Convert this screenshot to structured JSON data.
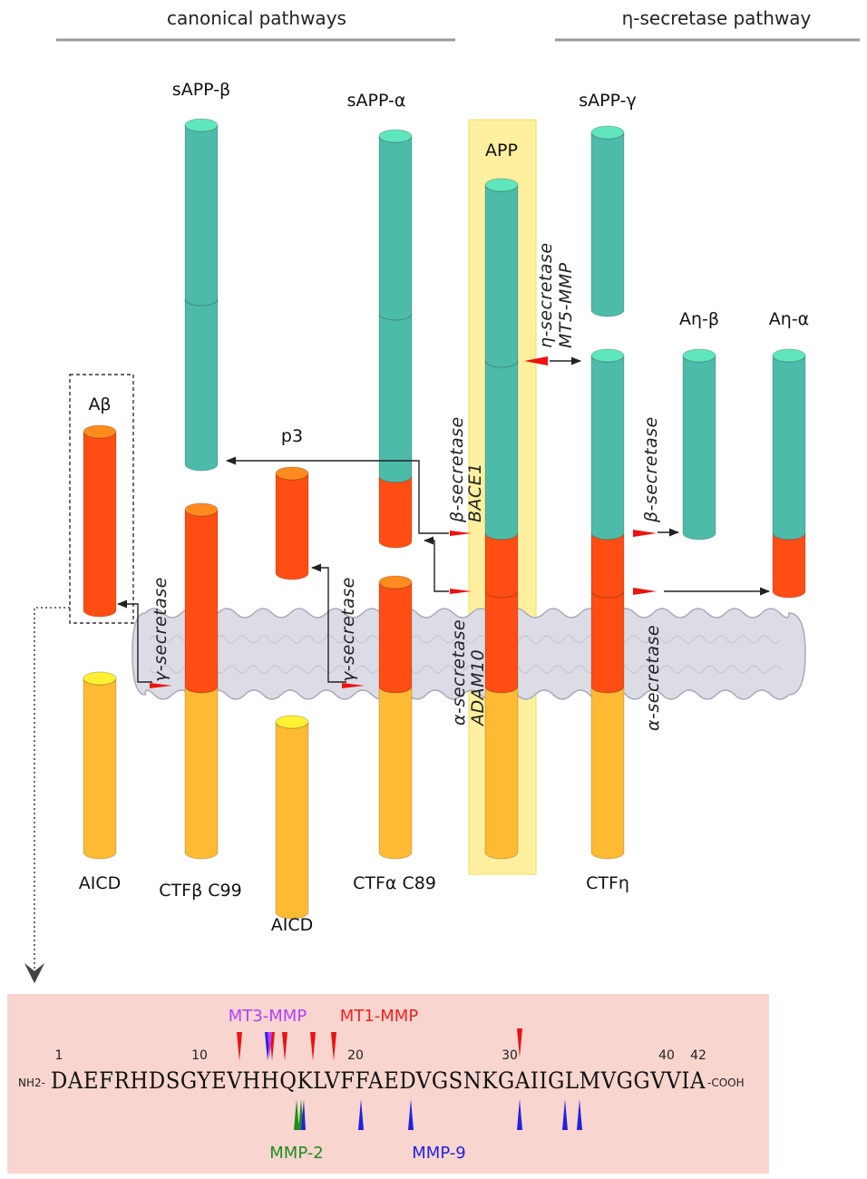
{
  "headers": {
    "canonical": "canonical pathways",
    "eta": "η-secretase pathway"
  },
  "fragments": {
    "sapp_beta": "sAPP-β",
    "sapp_alpha": "sAPP-α",
    "app": "APP",
    "sapp_gamma": "sAPP-γ",
    "aeta_beta": "Aη-β",
    "aeta_alpha": "Aη-α",
    "abeta": "Aβ",
    "p3": "p3",
    "aicd_1": "AICD",
    "ctf_beta": "CTFβ C99",
    "aicd_2": "AICD",
    "ctf_alpha": "CTFα C89",
    "ctf_eta": "CTFη"
  },
  "enzymes": {
    "gamma_1": "γ-secretase",
    "gamma_2": "γ-secretase",
    "beta_secretase": "β-secretase",
    "bace1": "BACE1",
    "alpha_secretase": "α-secretase",
    "adam10": "ADAM10",
    "eta_secretase": "η-secretase",
    "mt5mmp": "MT5-MMP",
    "beta_secretase_eta": "β-secretase",
    "alpha_secretase_eta": "α-secretase"
  },
  "sequence": {
    "nh2": "NH2-",
    "residues": "DAEFRHDSGYEVHHQKLVFFAEDVGSNKGAIIGLMVGGVVIA",
    "cooh": "-COOH",
    "positions": [
      "1",
      "10",
      "20",
      "30",
      "40",
      "42"
    ],
    "mmps": {
      "mt3": "MT3-MMP",
      "mt1": "MT1-MMP",
      "mmp2": "MMP-2",
      "mmp9": "MMP-9"
    }
  },
  "colors": {
    "teal": "#4DBBAA",
    "teal_top": "#5FE6BC",
    "red": "#FF4D14",
    "red_top": "#FF8A1E",
    "orange": "#FFBA33",
    "yellow_top": "#FFF033",
    "highlight": "#FFF0A0",
    "membrane": "#DCDCE6",
    "seq_box": "#F8D5CF",
    "mt3": "#B040FF",
    "mt1": "#EE2222",
    "mmp2": "#1E8C1E",
    "mmp9": "#2222DD"
  }
}
